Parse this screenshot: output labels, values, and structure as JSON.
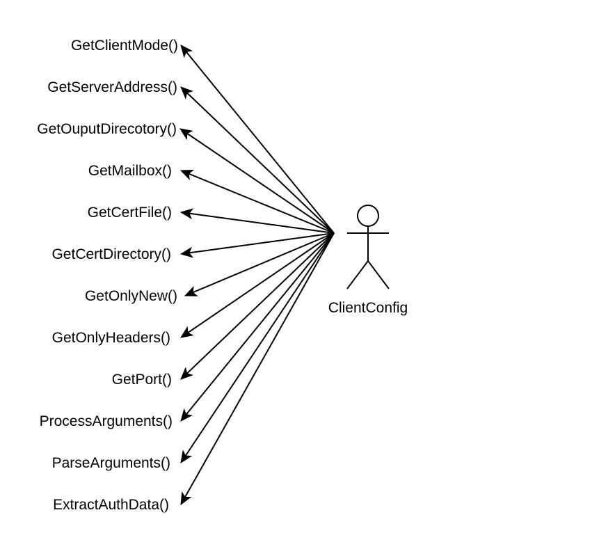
{
  "actor": {
    "name": "ClientConfig",
    "icon": "stick-figure-icon"
  },
  "methods": [
    "GetClientMode()",
    "GetServerAddress()",
    "GetOuputDirecotory()",
    "GetMailbox()",
    "GetCertFile()",
    "GetCertDirectory()",
    "GetOnlyNew()",
    "GetOnlyHeaders()",
    "GetPort()",
    "ProcessArguments()",
    "ParseArguments()",
    "ExtractAuthData()"
  ],
  "colors": {
    "stroke": "#000000",
    "background": "#ffffff"
  }
}
